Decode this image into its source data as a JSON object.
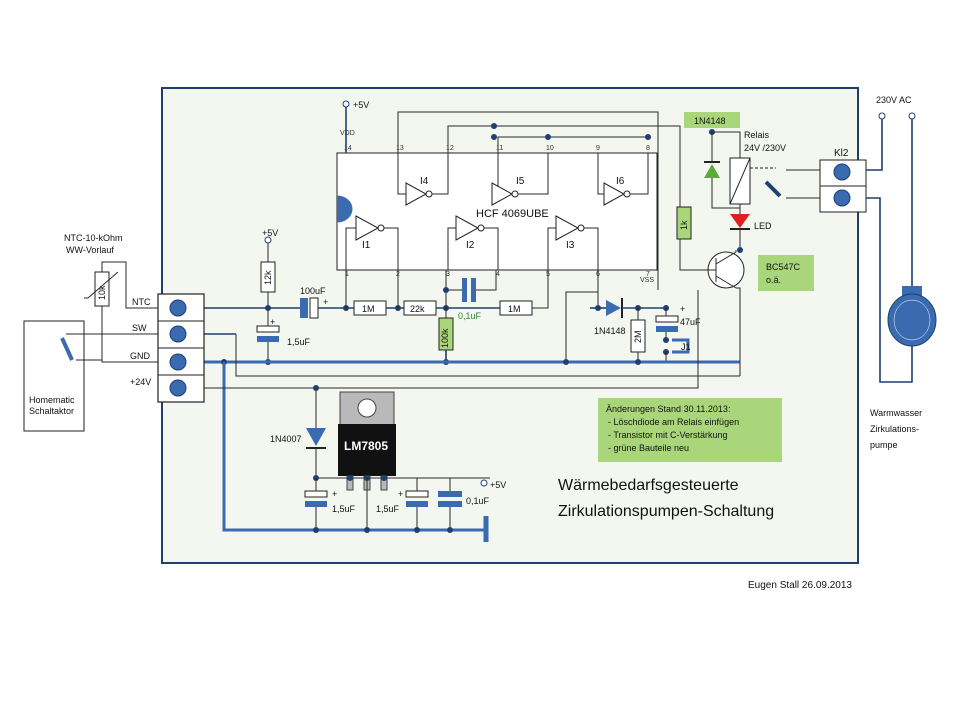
{
  "diagram": {
    "title_line1": "Wärmebedarfsgesteuerte",
    "title_line2": "Zirkulationspumpen-Schaltung",
    "author": "Eugen Stall 26.09.2013",
    "ic": {
      "name": "HCF 4069UBE",
      "vdd": "VDD",
      "vss": "VSS",
      "inverters": [
        "I1",
        "I2",
        "I3",
        "I4",
        "I5",
        "I6"
      ],
      "bottom_pins": [
        "1",
        "2",
        "3",
        "4",
        "5",
        "6",
        "7"
      ],
      "top_pins": [
        "14",
        "13",
        "12",
        "11",
        "10",
        "9",
        "8"
      ]
    },
    "supply_labels": [
      "+5V",
      "+5V",
      "+5V"
    ],
    "terminal_labels": [
      "NTC",
      "SW",
      "GND",
      "+24V"
    ],
    "ntc_label": [
      "NTC-10-kOhm",
      "WW-Vorlauf"
    ],
    "actuator_label": [
      "Homematic",
      "Schaltaktor"
    ],
    "components": {
      "r_12k": "12k",
      "c_100uf": "100uF",
      "plus": "+",
      "c_1_5uf": "1,5uF",
      "r_1m_a": "1M",
      "r_22k": "22k",
      "r_100k": "100k",
      "c_0_1uf_green": "0,1uF",
      "r_1m_b": "1M",
      "d_1n4148": "1N4148",
      "r_2m": "2M",
      "c_47uf": "47uF",
      "j1": "J1",
      "r_1k": "1k",
      "ntc_10k": "10k",
      "d_1n4148_relay": "1N4148",
      "relay": [
        "Relais",
        "24V /230V"
      ],
      "led": "LED",
      "transistor": [
        "BC547C",
        "o.ä."
      ],
      "kl2": "Kl2",
      "d_1n4007": "1N4007",
      "regulator": "LM7805",
      "c_reg_in": "1,5uF",
      "c_reg_out1": "1,5uF",
      "c_reg_out2": "0,1uF"
    },
    "mains": {
      "voltage": "230V AC",
      "pump_label": [
        "Warmwasser",
        "Zirkulations-",
        "pumpe"
      ]
    },
    "changes": {
      "title": "Änderungen Stand 30.11.2013:",
      "items": [
        "- Löschdiode am Relais einfügen",
        "- Transistor  mit C-Verstärkung",
        "- grüne Bauteile neu"
      ]
    },
    "colors": {
      "green": "#a9d67a",
      "wire_blue": "#3a6bb0",
      "cap_blue": "#3a6bb0",
      "led_red": "#e02020",
      "diode_green": "#5aab3a"
    }
  }
}
